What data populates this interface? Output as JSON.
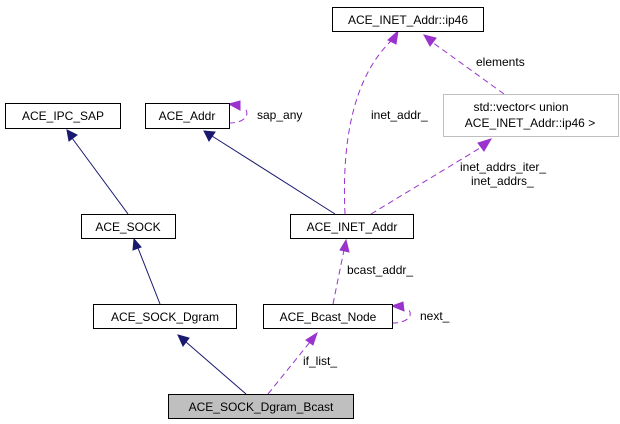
{
  "diagram": {
    "type": "collaboration-graph",
    "nodes": {
      "ip46": "ACE_INET_Addr::ip46",
      "ipc_sap": "ACE_IPC_SAP",
      "addr": "ACE_Addr",
      "vector_line1": "std::vector< union",
      "vector_line2": "ACE_INET_Addr::ip46 >",
      "sock": "ACE_SOCK",
      "inet_addr": "ACE_INET_Addr",
      "sock_dgram": "ACE_SOCK_Dgram",
      "bcast_node": "ACE_Bcast_Node",
      "sock_dgram_bcast": "ACE_SOCK_Dgram_Bcast"
    },
    "edge_labels": {
      "sap_any": "sap_any",
      "elements": "elements",
      "inet_addr_": "inet_addr_",
      "inet_addrs_line1": "inet_addrs_iter_",
      "inet_addrs_line2": "inet_addrs_",
      "bcast_addr_": "bcast_addr_",
      "next_": "next_",
      "if_list_": "if_list_"
    },
    "colors": {
      "inheritance": "#191970",
      "usage": "#9a32cd",
      "focus_fill": "#bfbfbf",
      "template_border": "#bfbfbf"
    }
  }
}
